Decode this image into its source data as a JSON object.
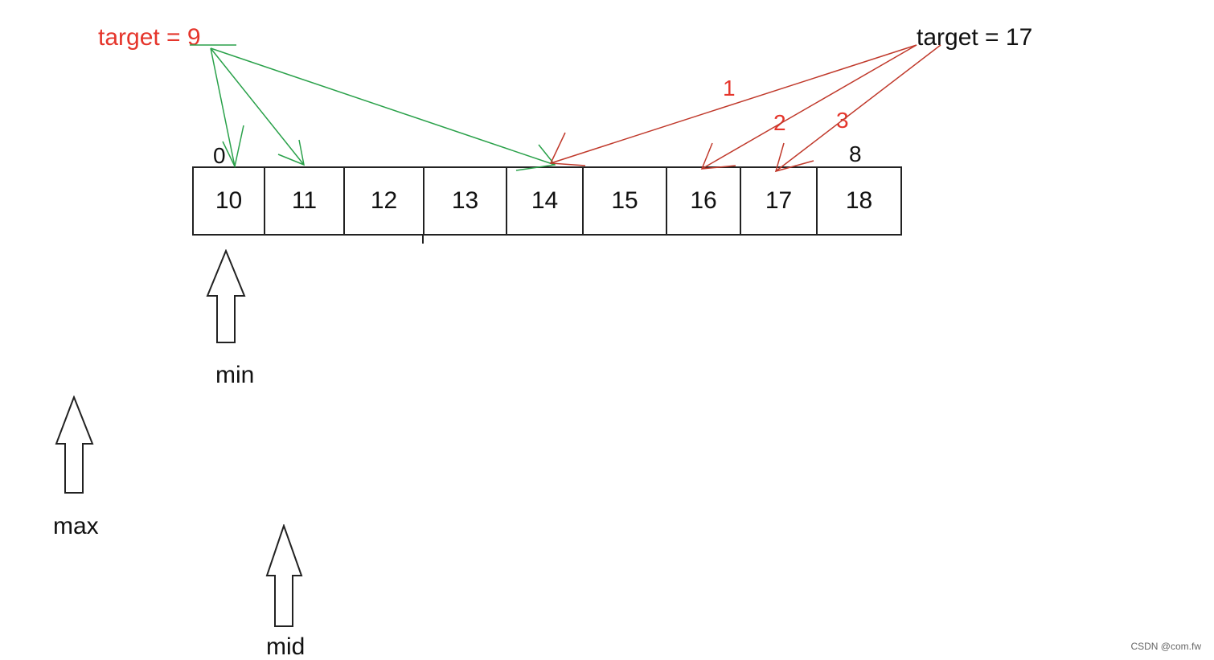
{
  "targets": {
    "left": {
      "text": "target = 9",
      "color": "#e5352b"
    },
    "right": {
      "text": "target = 17"
    }
  },
  "array": {
    "values": [
      "10",
      "11",
      "12",
      "13",
      "14",
      "15",
      "16",
      "17",
      "18"
    ],
    "first_index": "0",
    "last_index": "8"
  },
  "steps": [
    "1",
    "2",
    "3"
  ],
  "pointers": {
    "min": "min",
    "max": "max",
    "mid": "mid"
  },
  "colors": {
    "green_arrows": "#2aa14a",
    "red_arrows": "#c0392b",
    "step_labels": "#e5352b"
  },
  "watermark": "CSDN @com.fw"
}
